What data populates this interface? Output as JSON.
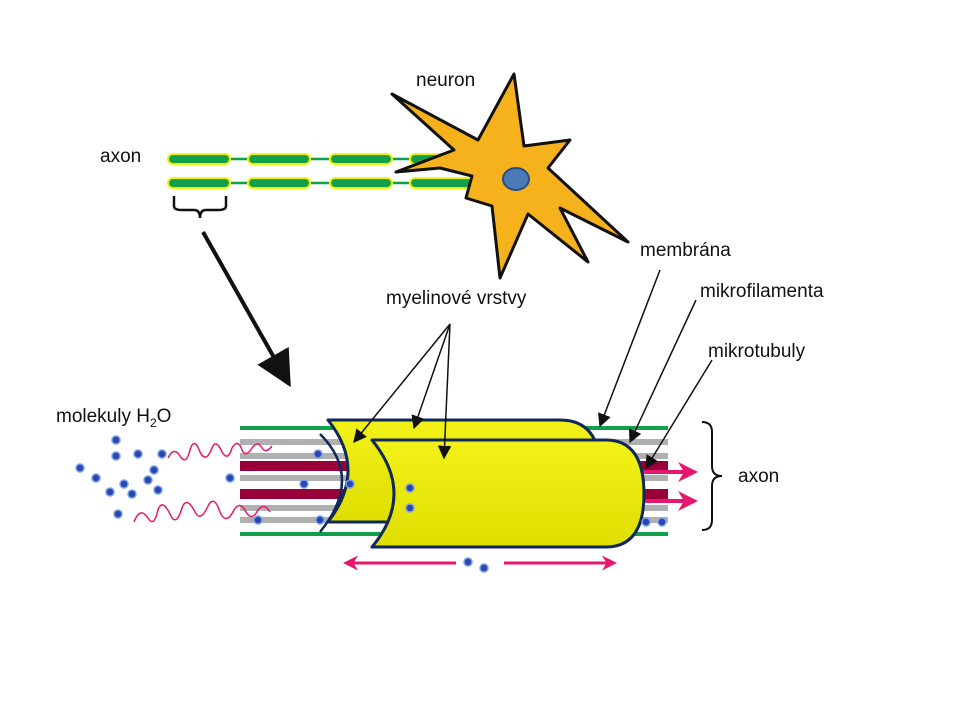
{
  "labels": {
    "neuron": "neuron",
    "axon_top": "axon",
    "membrana": "membrána",
    "mikrofilamenta": "mikrofilamenta",
    "mikrotubuly": "mikrotubuly",
    "myelin": "myelinové vrstvy",
    "molekuly_prefix": "molekuly H",
    "molekuly_sub": "2",
    "molekuly_suffix": "O",
    "axon_right": "axon"
  },
  "colors": {
    "myelin": "#e6e600",
    "myelin_stroke": "#10295a",
    "membrane": "#129f4a",
    "microfilament": "#b0b0b0",
    "microtubule": "#99003a",
    "arrow_pink": "#e8176e",
    "water_molecule": "#2a46b0",
    "neuron_body": "#f6b21c",
    "nucleus": "#4a7ab8"
  }
}
